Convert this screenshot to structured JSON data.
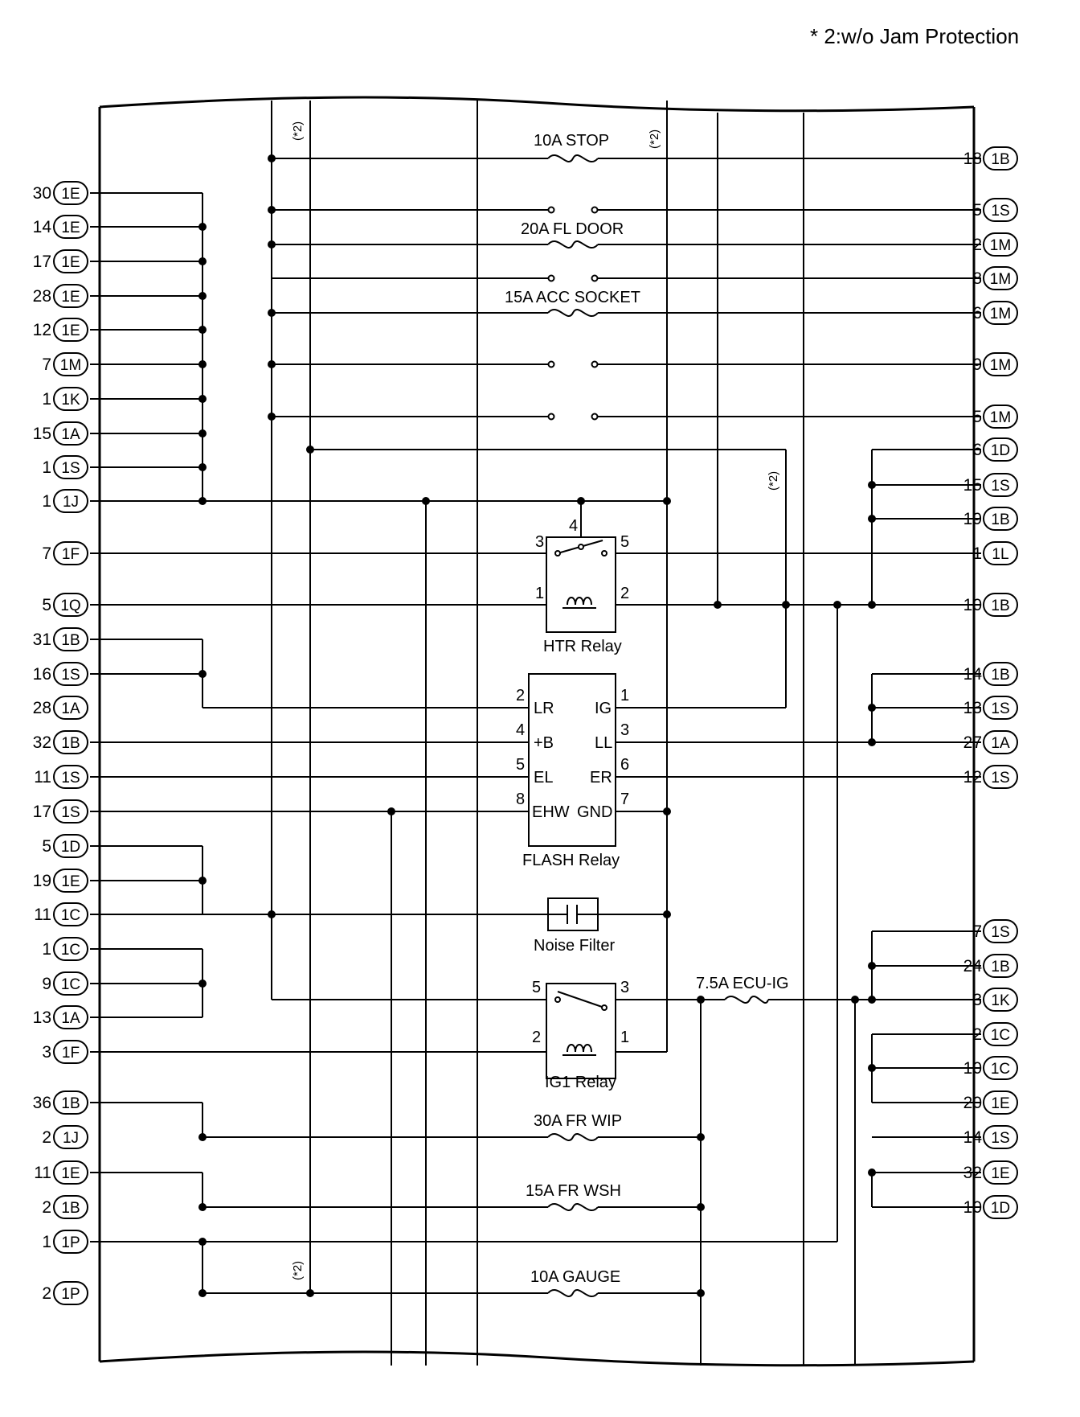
{
  "note": "* 2:w/o Jam Protection",
  "left_pins": [
    {
      "num": "30",
      "conn": "1E"
    },
    {
      "num": "14",
      "conn": "1E"
    },
    {
      "num": "17",
      "conn": "1E"
    },
    {
      "num": "28",
      "conn": "1E"
    },
    {
      "num": "12",
      "conn": "1E"
    },
    {
      "num": "7",
      "conn": "1M"
    },
    {
      "num": "1",
      "conn": "1K"
    },
    {
      "num": "15",
      "conn": "1A"
    },
    {
      "num": "1",
      "conn": "1S"
    },
    {
      "num": "1",
      "conn": "1J"
    },
    {
      "num": "7",
      "conn": "1F"
    },
    {
      "num": "5",
      "conn": "1Q"
    },
    {
      "num": "31",
      "conn": "1B"
    },
    {
      "num": "16",
      "conn": "1S"
    },
    {
      "num": "28",
      "conn": "1A"
    },
    {
      "num": "32",
      "conn": "1B"
    },
    {
      "num": "11",
      "conn": "1S"
    },
    {
      "num": "17",
      "conn": "1S"
    },
    {
      "num": "5",
      "conn": "1D"
    },
    {
      "num": "19",
      "conn": "1E"
    },
    {
      "num": "11",
      "conn": "1C"
    },
    {
      "num": "1",
      "conn": "1C"
    },
    {
      "num": "9",
      "conn": "1C"
    },
    {
      "num": "13",
      "conn": "1A"
    },
    {
      "num": "3",
      "conn": "1F"
    },
    {
      "num": "36",
      "conn": "1B"
    },
    {
      "num": "2",
      "conn": "1J"
    },
    {
      "num": "11",
      "conn": "1E"
    },
    {
      "num": "2",
      "conn": "1B"
    },
    {
      "num": "1",
      "conn": "1P"
    },
    {
      "num": "2",
      "conn": "1P"
    }
  ],
  "right_pins": [
    {
      "num": "18",
      "conn": "1B"
    },
    {
      "num": "5",
      "conn": "1S"
    },
    {
      "num": "2",
      "conn": "1M"
    },
    {
      "num": "8",
      "conn": "1M"
    },
    {
      "num": "6",
      "conn": "1M"
    },
    {
      "num": "9",
      "conn": "1M"
    },
    {
      "num": "5",
      "conn": "1M"
    },
    {
      "num": "6",
      "conn": "1D"
    },
    {
      "num": "15",
      "conn": "1S"
    },
    {
      "num": "19",
      "conn": "1B"
    },
    {
      "num": "1",
      "conn": "1L"
    },
    {
      "num": "10",
      "conn": "1B"
    },
    {
      "num": "14",
      "conn": "1B"
    },
    {
      "num": "13",
      "conn": "1S"
    },
    {
      "num": "27",
      "conn": "1A"
    },
    {
      "num": "12",
      "conn": "1S"
    },
    {
      "num": "7",
      "conn": "1S"
    },
    {
      "num": "24",
      "conn": "1B"
    },
    {
      "num": "3",
      "conn": "1K"
    },
    {
      "num": "2",
      "conn": "1C"
    },
    {
      "num": "10",
      "conn": "1C"
    },
    {
      "num": "20",
      "conn": "1E"
    },
    {
      "num": "14",
      "conn": "1S"
    },
    {
      "num": "32",
      "conn": "1E"
    },
    {
      "num": "10",
      "conn": "1D"
    }
  ],
  "fuses": {
    "stop": "10A STOP",
    "fl_door": "20A FL DOOR",
    "acc_socket": "15A ACC SOCKET",
    "ecu_ig": "7.5A ECU-IG",
    "fr_wip": "30A FR WIP",
    "fr_wsh": "15A FR WSH",
    "gauge": "10A GAUGE"
  },
  "htr_relay": {
    "label": "HTR Relay",
    "pins": [
      "3",
      "4",
      "5",
      "1",
      "2"
    ]
  },
  "flash_relay": {
    "label": "FLASH Relay",
    "left_terms": [
      "LR",
      "+B",
      "EL",
      "EHW"
    ],
    "right_terms": [
      "IG",
      "LL",
      "ER",
      "GND"
    ],
    "left_pins": [
      "2",
      "4",
      "5",
      "8"
    ],
    "right_pins": [
      "1",
      "3",
      "6",
      "7"
    ]
  },
  "noise_filter": {
    "label": "Noise Filter"
  },
  "ig1_relay": {
    "label": "IG1 Relay",
    "pins": [
      "5",
      "3",
      "2",
      "1"
    ]
  },
  "star_mark": "(*2)"
}
